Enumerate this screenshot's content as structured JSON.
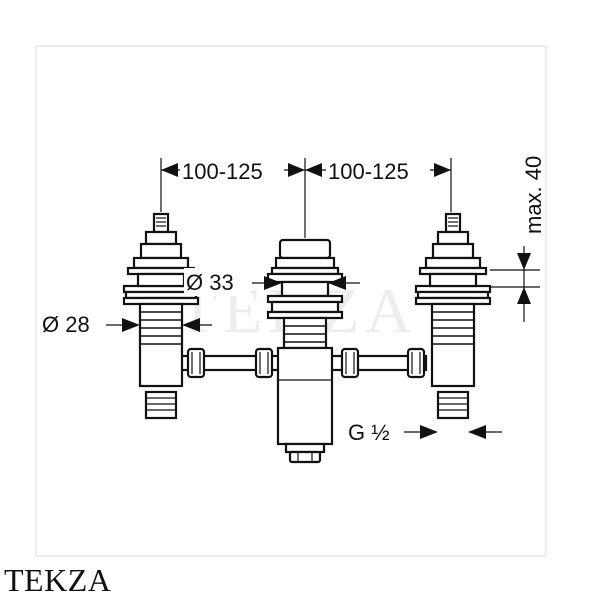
{
  "dimensions": {
    "spacing_left": "100-125",
    "spacing_right": "100-125",
    "max_depth": "max. 40",
    "center_diameter": "Ø 33",
    "side_diameter": "Ø 28",
    "thread": "G ½"
  },
  "watermark": "TEKZA",
  "brand": "TEKZA"
}
